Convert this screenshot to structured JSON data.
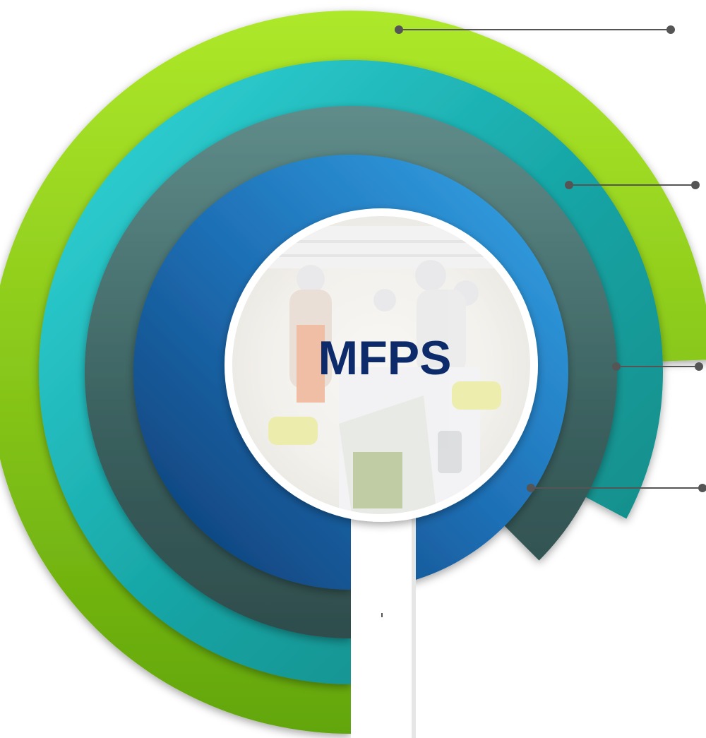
{
  "diagram": {
    "center_label": "MFPS",
    "center_image": "factory-workers-photo",
    "rings": [
      {
        "name": "ring-green",
        "color_light": "#aee82a",
        "color_dark": "#62a60a"
      },
      {
        "name": "ring-cyan",
        "color_light": "#33d8dc",
        "color_dark": "#0f8681"
      },
      {
        "name": "ring-slate",
        "color_light": "#5f8c8a",
        "color_dark": "#2e4d4c"
      },
      {
        "name": "ring-blue",
        "color_light": "#36a7e8",
        "color_dark": "#0b3a70"
      }
    ],
    "connectors": [
      {
        "name": "connector-green"
      },
      {
        "name": "connector-cyan"
      },
      {
        "name": "connector-slate"
      },
      {
        "name": "connector-blue"
      }
    ],
    "colors": {
      "label": "#0d2b6b",
      "connector": "#555555",
      "stem_shadow": "#e6e6e6"
    }
  }
}
